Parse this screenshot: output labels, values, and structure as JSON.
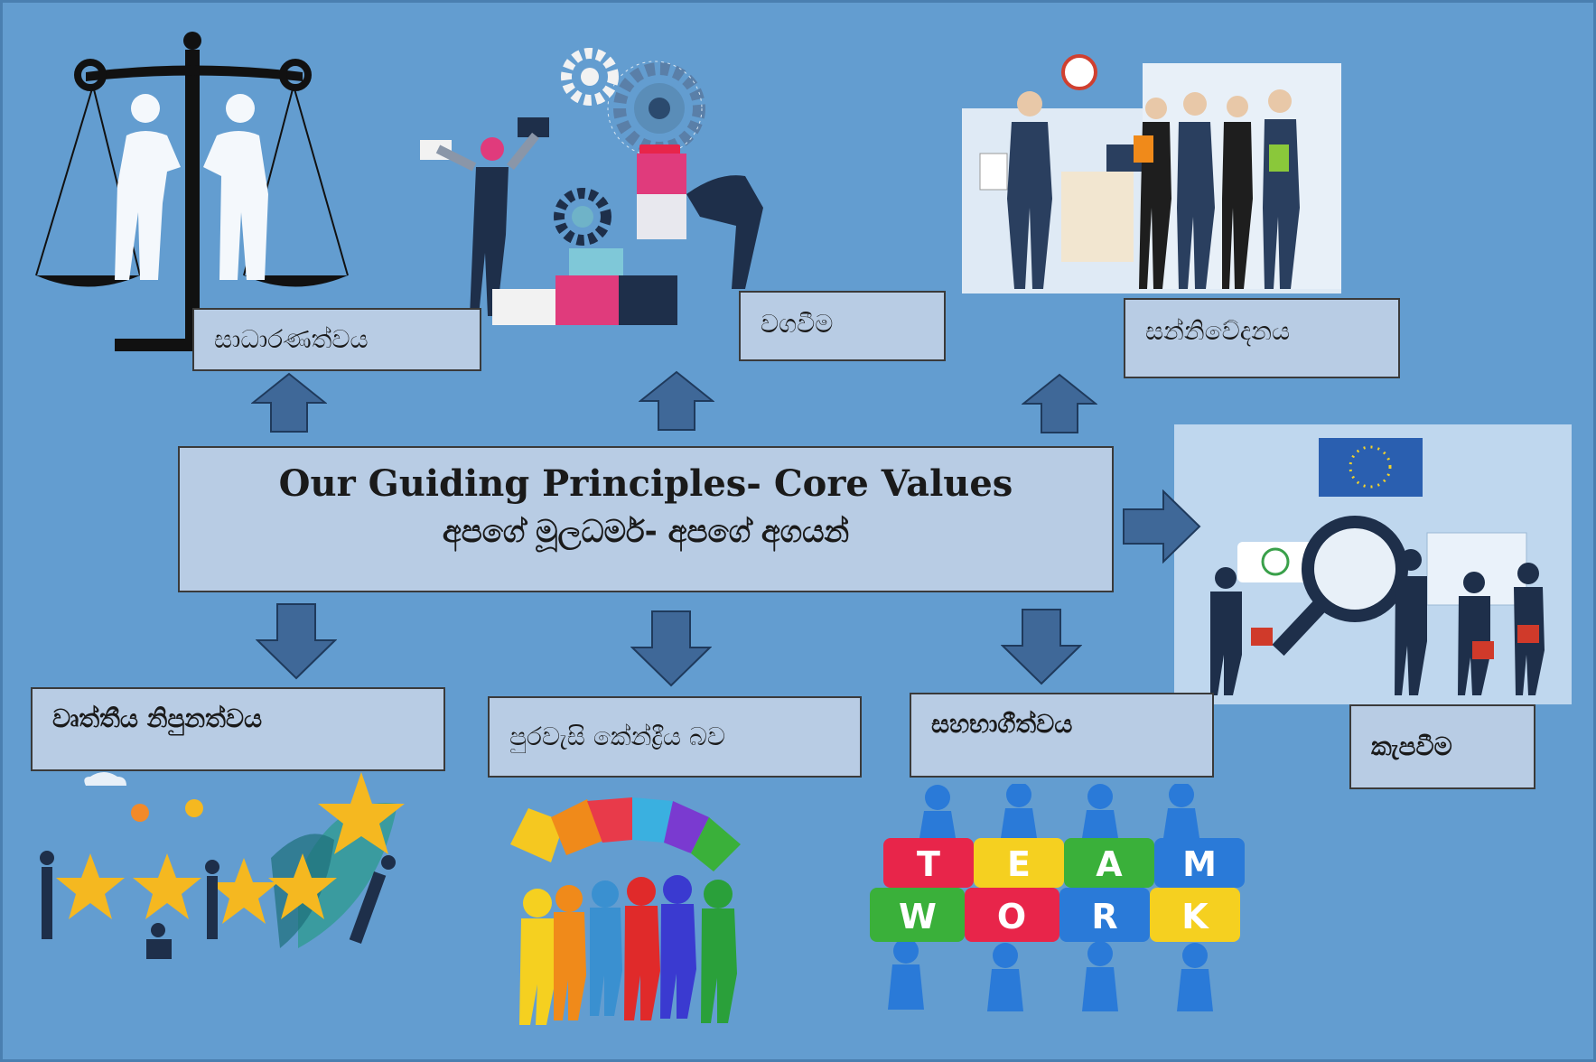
{
  "center": {
    "title": "Our Guiding Principles- Core Values",
    "subtitle": "අපගේ මූලධර්ම- අපගේ අගයන්"
  },
  "values": {
    "equality": "සාධාරණත්වය",
    "accountability": "වගවීම",
    "communication": "සන්නිවේදනය",
    "dedication": "කැපවීම",
    "professional_skills": "වෘත්තීය නිපුනත්වය",
    "citizen_centric": "පුරවැසි කේන්ද්‍රීය බව",
    "participation": "සහභාගීත්වය"
  },
  "teamwork_letters": [
    "T",
    "E",
    "A",
    "M",
    "W",
    "O",
    "R",
    "K"
  ],
  "colors": {
    "background": "#639dd0",
    "box_fill": "#b8cce4",
    "arrow_fill": "#3f6898",
    "arrow_stroke": "#1f3a5c"
  },
  "icons": [
    "scales-of-justice",
    "gears-blocks",
    "business-team",
    "magnifier-team",
    "star-rating-people",
    "puzzle-people",
    "teamwork-puzzle"
  ]
}
